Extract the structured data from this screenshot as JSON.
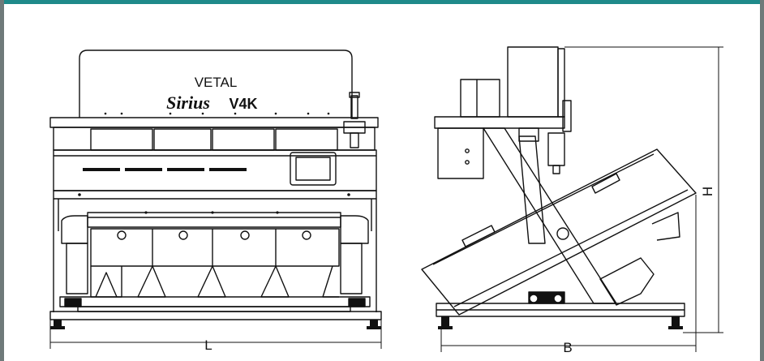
{
  "front_view": {
    "brand_top": "VETAL",
    "brand_model_script": "Sirius",
    "brand_model_code": "V4K",
    "dimension_label": "L"
  },
  "side_view": {
    "width_label": "B",
    "height_label": "H"
  },
  "colors": {
    "accent_bar": "#1f8a8a",
    "frame_gray": "#6f7a7a",
    "line": "#111111"
  }
}
